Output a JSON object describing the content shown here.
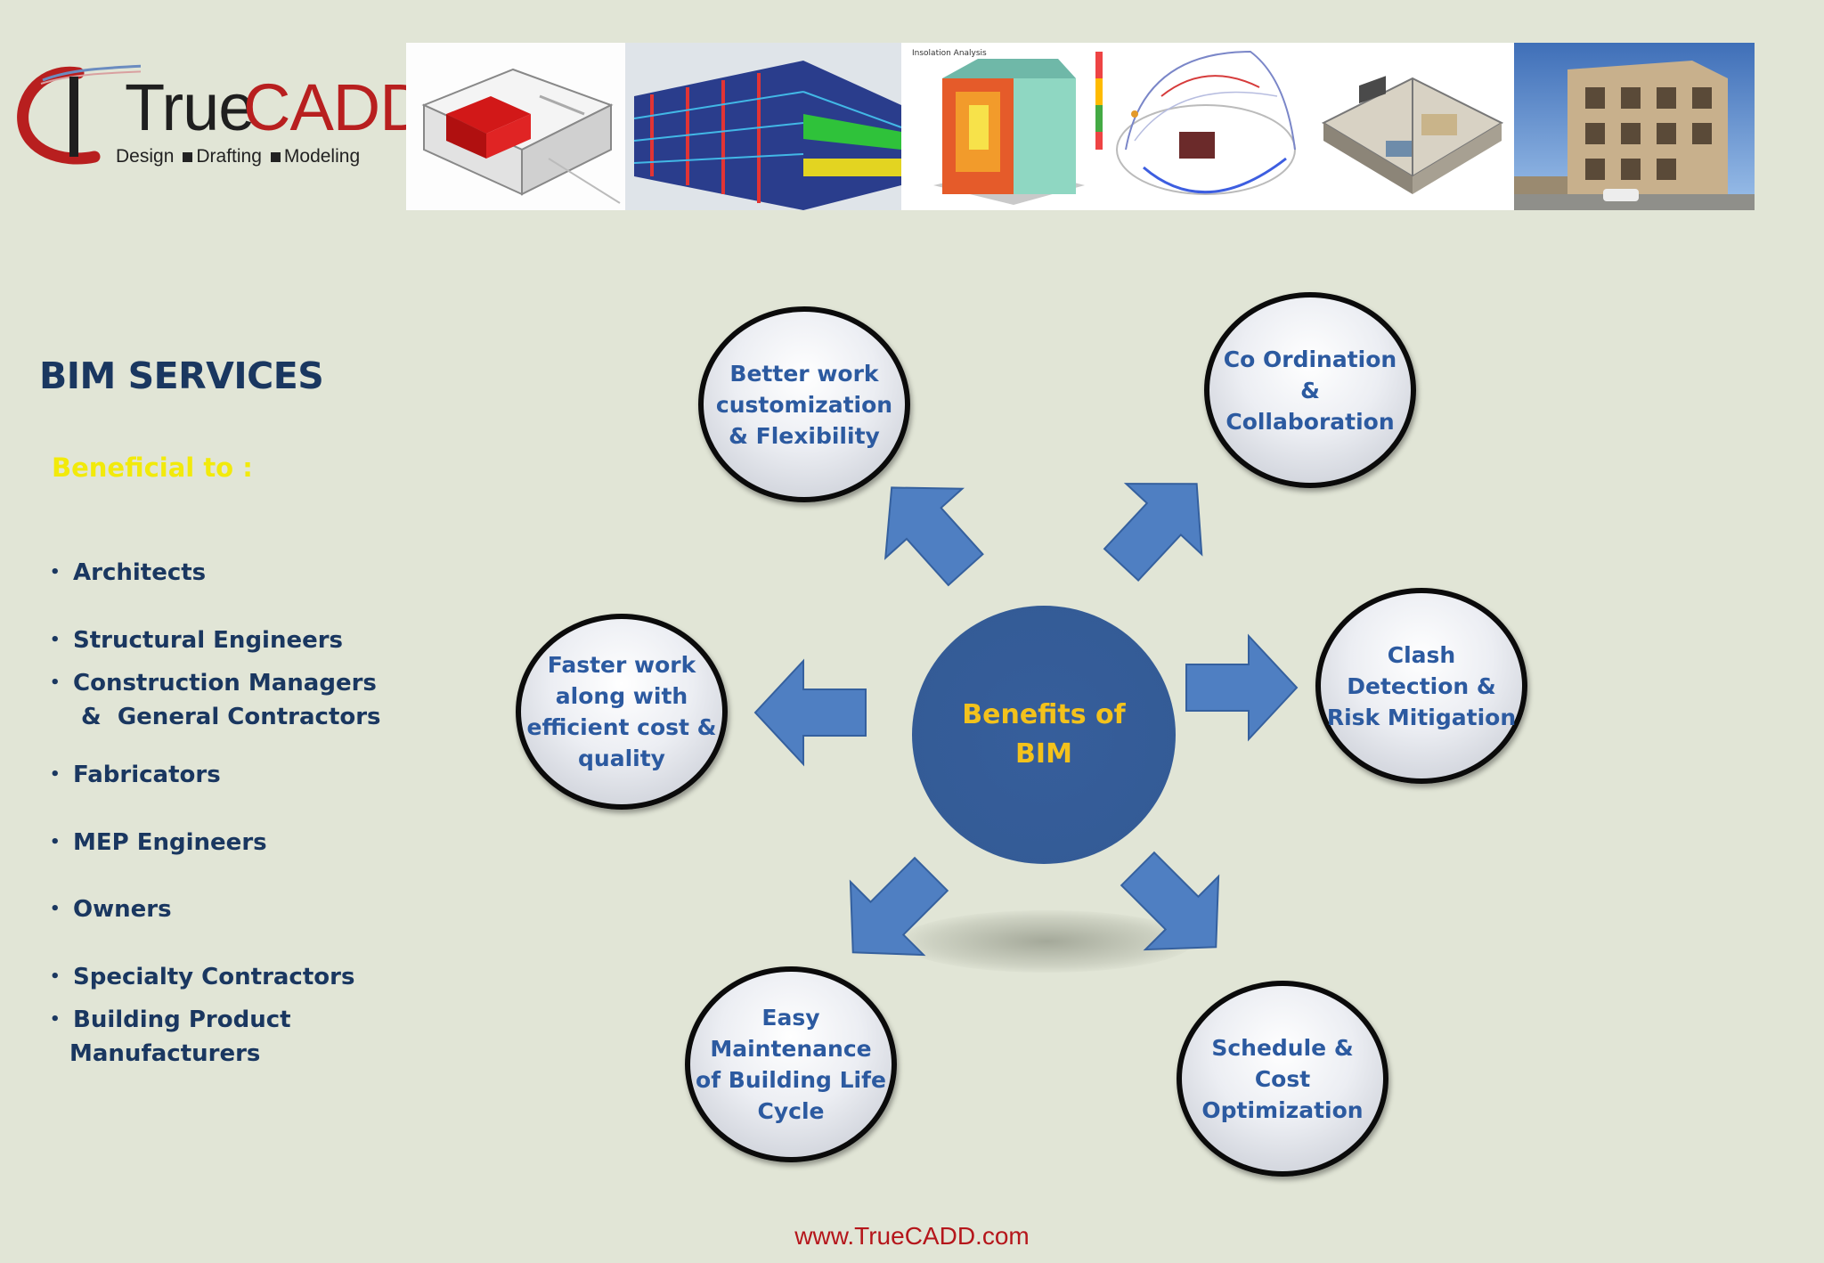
{
  "logo": {
    "brand_true": "True",
    "brand_cadd": "CADD",
    "tagline": [
      "Design",
      "Drafting",
      "Modeling"
    ]
  },
  "banner": {
    "thumbnail_icons": [
      "building-cutaway-icon",
      "glass-building-model-icon",
      "insolation-analysis-icon",
      "sun-path-diagram-icon",
      "floor-plan-3d-icon",
      "apartment-photo-icon"
    ]
  },
  "left_panel": {
    "title": "BIM SERVICES",
    "subtitle": "Beneficial to :",
    "audiences": [
      {
        "line1": "Architects"
      },
      {
        "line1": "Structural Engineers"
      },
      {
        "line1": "Construction Managers",
        "line2": " &  General Contractors"
      },
      {
        "line1": "Fabricators"
      },
      {
        "line1": "MEP Engineers"
      },
      {
        "line1": "Owners"
      },
      {
        "line1": "Specialty Contractors"
      },
      {
        "line1": "Building Product",
        "line2": "Manufacturers"
      }
    ]
  },
  "diagram": {
    "center": "Benefits of\nBIM",
    "benefits": [
      "Better work\ncustomization\n& Flexibility",
      "Co Ordination\n&\nCollaboration",
      "Faster work\nalong with\nefficient cost &\nquality",
      "Clash\nDetection &\nRisk Mitigation",
      "Easy\nMaintenance\nof Building Life\nCycle",
      "Schedule &\nCost\nOptimization"
    ],
    "colors": {
      "arrow": "#4f7fc2",
      "arrow_border": "#35609e",
      "hub": "#345b96",
      "hub_text": "#f3c21c",
      "node_text": "#2c5aa0"
    }
  },
  "footer": {
    "url": "www.TrueCADD.com"
  }
}
